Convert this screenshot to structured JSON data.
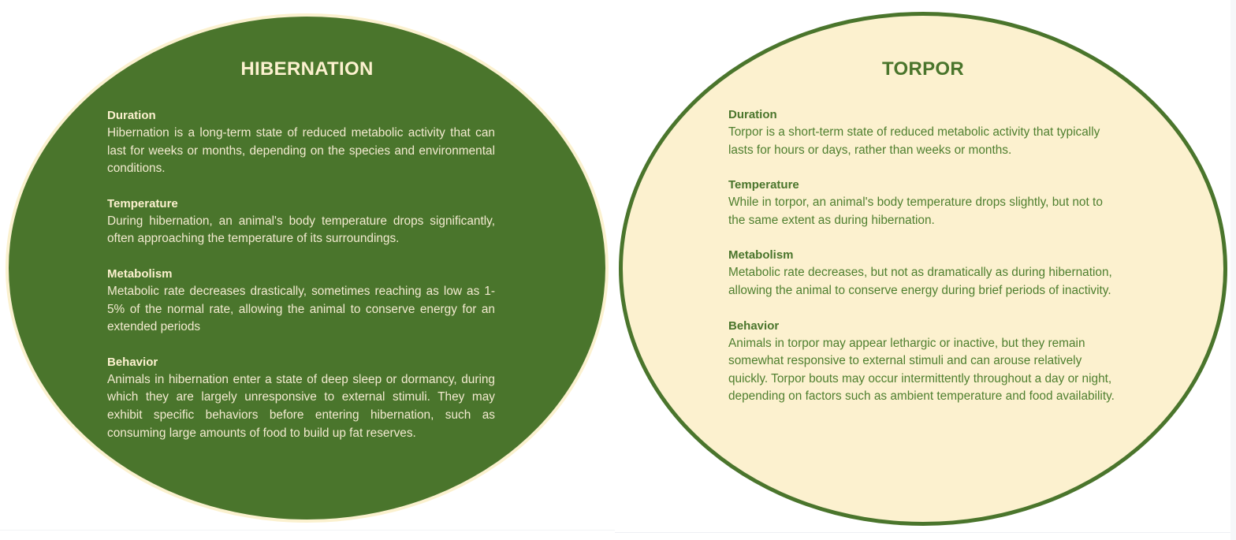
{
  "colors": {
    "green": "#4a752c",
    "cream": "#fcf1cf",
    "background": "#ffffff"
  },
  "hibernation": {
    "title": "HIBERNATION",
    "sections": [
      {
        "heading": "Duration",
        "text": "Hibernation is a long-term state of reduced metabolic activity that can last for weeks or months, depending on the species and environmental conditions."
      },
      {
        "heading": "Temperature",
        "text": "During hibernation, an animal's body temperature drops significantly, often approaching the temperature of its surroundings."
      },
      {
        "heading": "Metabolism",
        "text": "Metabolic rate decreases drastically, sometimes reaching as low as 1-5% of the normal rate, allowing the animal to conserve energy for an extended periods"
      },
      {
        "heading": "Behavior",
        "text": "Animals in hibernation enter a state of deep sleep or dormancy, during which they are largely unresponsive to external stimuli. They may exhibit specific behaviors before entering hibernation, such as consuming large amounts of food to build up fat reserves."
      }
    ]
  },
  "torpor": {
    "title": "TORPOR",
    "sections": [
      {
        "heading": "Duration",
        "text": "Torpor is a short-term state of reduced metabolic activity that typically lasts for hours or days, rather than weeks or months."
      },
      {
        "heading": "Temperature",
        "text": "While in torpor, an animal's body temperature drops slightly, but not to the same extent as during hibernation."
      },
      {
        "heading": "Metabolism",
        "text": "Metabolic rate decreases, but not as dramatically as during hibernation, allowing the animal to conserve energy during brief periods of inactivity."
      },
      {
        "heading": "Behavior",
        "text": "Animals in torpor may appear lethargic or inactive, but they remain somewhat responsive to external stimuli and can arouse relatively quickly. Torpor bouts may occur intermittently throughout a day or night, depending on factors such as ambient temperature and food availability."
      }
    ]
  }
}
